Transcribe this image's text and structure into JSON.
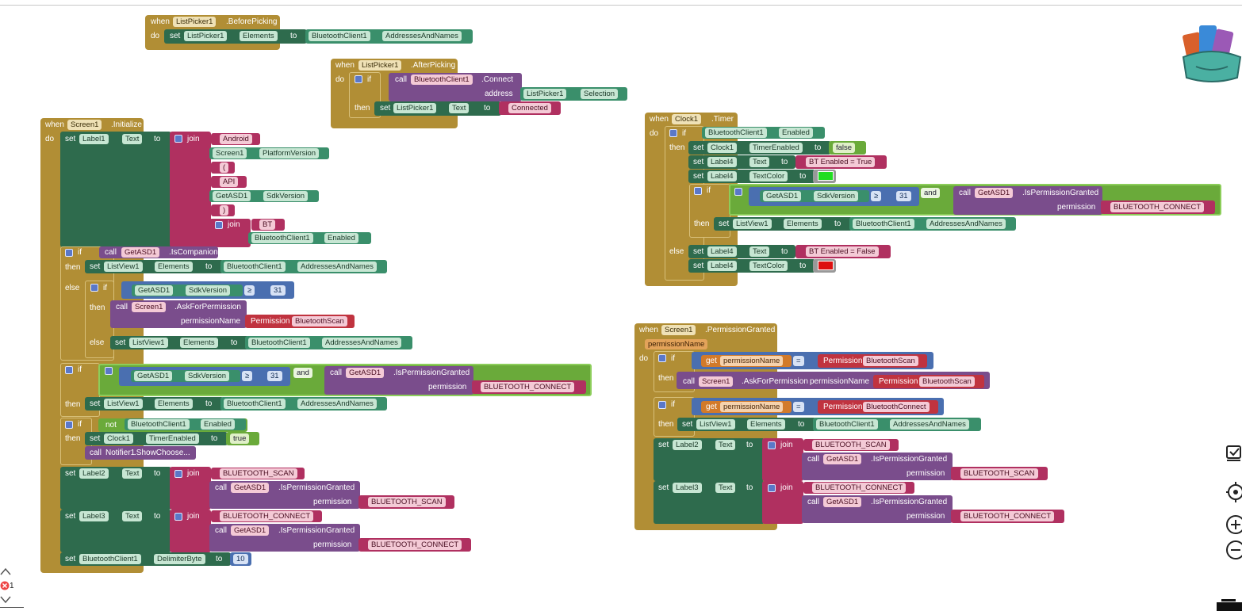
{
  "kw": {
    "when": "when",
    "do": "do",
    "set": "set",
    "to": "to",
    "join": "join",
    "if": "if",
    "then": "then",
    "else": "else",
    "call": "call",
    "get": "get",
    "not": "not",
    "and": "and",
    "address": "address",
    "permission": "permission",
    "permissionName": "permissionName"
  },
  "ops": {
    "ge": "≥",
    "eq": "="
  },
  "b1": {
    "comp": "ListPicker1",
    "event": ".BeforePicking",
    "setc": "ListPicker1",
    "prop": "Elements",
    "src": "BluetoothClient1",
    "srcprop": "AddressesAndNames"
  },
  "b2": {
    "comp": "ListPicker1",
    "event": ".AfterPicking",
    "callc": "BluetoothClient1",
    "method": ".Connect",
    "argc": "ListPicker1",
    "argp": "Selection",
    "setc": "ListPicker1",
    "prop": "Text",
    "val": "Connected"
  },
  "b3": {
    "comp": "Screen1",
    "event": ".Initialize",
    "label1": "Label1",
    "text": "Text",
    "s_android": "Android",
    "screen1": "Screen1",
    "platform": "PlatformVersion",
    "s_open": "(",
    "s_api": "API",
    "getasd": "GetASD1",
    "sdk": "SdkVersion",
    "s_close": ")",
    "s_bt": "BT",
    "btc": "BluetoothClient1",
    "enabled": "Enabled",
    "iscomp": ".IsCompanion",
    "listview": "ListView1",
    "elements": "Elements",
    "addr": "AddressesAndNames",
    "n31": "31",
    "askperm": ".AskForPermission",
    "perm_enum": "Permission",
    "scan": "BluetoothScan",
    "isgranted": ".IsPermissionGranted",
    "bt_connect": "BLUETOOTH_CONNECT",
    "bt_scan": "BLUETOOTH_SCAN",
    "clock1": "Clock1",
    "timerenabled": "TimerEnabled",
    "true": "true",
    "notifier": "Notifier1",
    "showchoose": ".ShowChoose...",
    "label2": "Label2",
    "label3": "Label3",
    "delim": "DelimiterByte",
    "n10": "10"
  },
  "b4": {
    "comp": "Clock1",
    "event": ".Timer",
    "btc": "BluetoothClient1",
    "enabled": "Enabled",
    "clock1": "Clock1",
    "timerenabled": "TimerEnabled",
    "false": "false",
    "label4": "Label4",
    "text": "Text",
    "bt_true": "BT Enabled = True",
    "textcolor": "TextColor",
    "getasd": "GetASD1",
    "sdk": "SdkVersion",
    "n31": "31",
    "isgranted": ".IsPermissionGranted",
    "bt_connect": "BLUETOOTH_CONNECT",
    "listview": "ListView1",
    "elements": "Elements",
    "addr": "AddressesAndNames",
    "bt_false": "BT Enabled = False",
    "green": "#22dd22",
    "red": "#dd1111"
  },
  "b5": {
    "comp": "Screen1",
    "event": ".PermissionGranted",
    "param": "permissionName",
    "perm_enum": "Permission",
    "scan": "BluetoothScan",
    "connect": "BluetoothConnect",
    "screen1": "Screen1",
    "askperm": ".AskForPermission",
    "listview": "ListView1",
    "elements": "Elements",
    "btc": "BluetoothClient1",
    "addr": "AddressesAndNames",
    "label2": "Label2",
    "label3": "Label3",
    "text": "Text",
    "bt_scan": "BLUETOOTH_SCAN",
    "bt_connect": "BLUETOOTH_CONNECT",
    "getasd": "GetASD1",
    "isgranted": ".IsPermissionGranted"
  },
  "controls": {
    "warn_count": "1"
  }
}
